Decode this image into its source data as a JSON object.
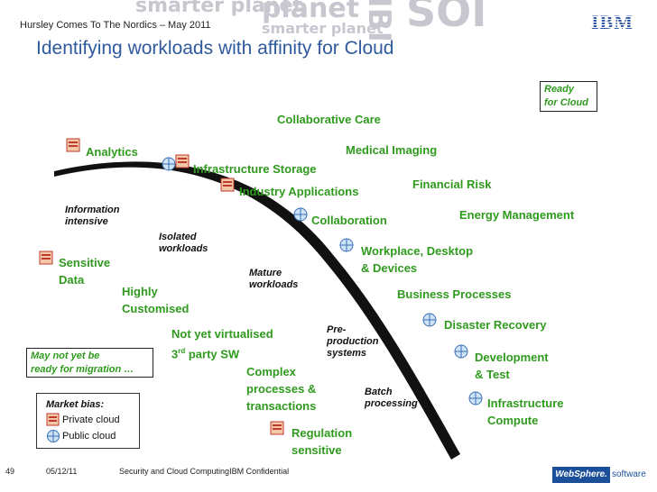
{
  "header": {
    "event": "Hursley Comes To The Nordics – May 2011",
    "logo": "IBM",
    "watermark_1": "smarter planet",
    "watermark_2": "smarter planet",
    "watermark_3": "planet",
    "watermark_4": "IBM",
    "watermark_5": "SOI"
  },
  "title": "Identifying workloads with affinity for Cloud",
  "ready_box": {
    "line1": "Ready",
    "line2": "for Cloud"
  },
  "workloads": {
    "collab_care": "Collaborative Care",
    "medical": "Medical Imaging",
    "analytics": "Analytics",
    "infra_storage": "Infrastructure Storage",
    "financial": "Financial Risk",
    "industry": "Industry Applications",
    "energy": "Energy Management",
    "collaboration": "Collaboration",
    "workplace_1": "Workplace, Desktop",
    "workplace_2": "& Devices",
    "sensitive_1": "Sensitive",
    "sensitive_2": "Data",
    "highly_1": "Highly",
    "highly_2": "Customised",
    "business": "Business Processes",
    "disaster": "Disaster Recovery",
    "not_virt_1": "Not yet virtualised",
    "not_virt_2": "3",
    "not_virt_sup": "rd",
    "not_virt_3": " party SW",
    "dev_1": "Development",
    "dev_2": "& Test",
    "complex_1": "Complex",
    "complex_2": "processes &",
    "complex_3": "transactions",
    "infra_1": "Infrastructure",
    "infra_2": "Compute",
    "reg_1": "Regulation",
    "reg_2": "sensitive"
  },
  "stages": {
    "info_1": "Information",
    "info_2": "intensive",
    "isolated_1": "Isolated",
    "isolated_2": "workloads",
    "mature_1": "Mature",
    "mature_2": "workloads",
    "preprod_1": "Pre-",
    "preprod_2": "production",
    "preprod_3": "systems",
    "batch_1": "Batch",
    "batch_2": "processing"
  },
  "not_ready_box": {
    "line1": "May not yet be",
    "line2": "ready for migration …"
  },
  "market_bias": {
    "heading": "Market bias:",
    "private": "Private cloud",
    "public": "Public cloud"
  },
  "footer": {
    "page": "49",
    "date": "05/12/11",
    "text": "Security and Cloud ComputingIBM Confidential",
    "brand_badge": "WebSphere.",
    "brand_text": "software"
  },
  "colors": {
    "title": "#2f5a9e",
    "workload_green": "#2f9a1e",
    "ibm_blue": "#2f58a8"
  }
}
